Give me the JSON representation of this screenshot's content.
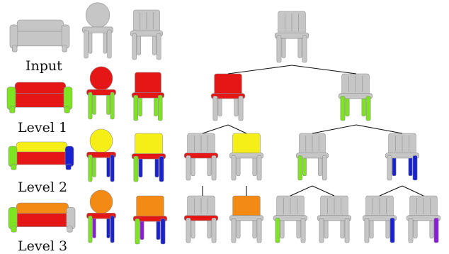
{
  "labels": {
    "input": "Input",
    "level1": "Level 1",
    "level2": "Level 2",
    "level3": "Level 3"
  },
  "colors": {
    "gray": "#c6c6c6",
    "gray_edge": "#a8a8a8",
    "red": "#e51616",
    "green": "#7ee321",
    "yellow": "#f5ef17",
    "blue": "#1a22cf",
    "orange": "#f28a14",
    "purple": "#8a1bd6",
    "hier_line": "#111111"
  },
  "hierarchy": {
    "levels": [
      "Input",
      "Level 1",
      "Level 2",
      "Level 3"
    ],
    "root": "chair",
    "level1_parts": [
      "seat+back (red)",
      "legs (green)"
    ],
    "level2_parts": [
      "seat (red)",
      "back (yellow)",
      "front legs (green)",
      "back legs (blue)"
    ],
    "level3_parts": [
      "seat (red)",
      "back (orange)",
      "front leg (green)",
      "front leg (gray)",
      "back leg (blue)",
      "back leg (purple)"
    ]
  }
}
